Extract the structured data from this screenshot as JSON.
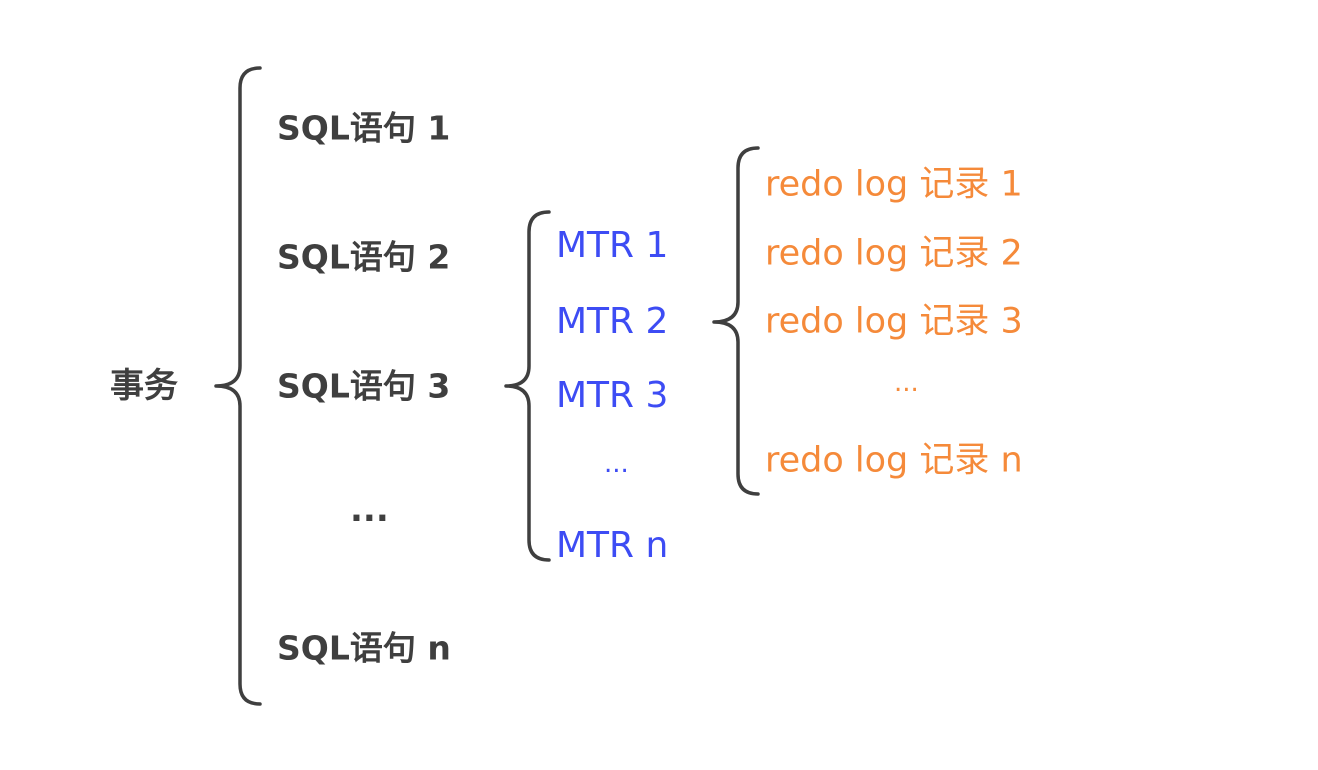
{
  "root": {
    "label": "事务"
  },
  "sql_statements": [
    {
      "label": "SQL语句 1"
    },
    {
      "label": "SQL语句 2"
    },
    {
      "label": "SQL语句 3"
    },
    {
      "label": "..."
    },
    {
      "label": "SQL语句 n"
    }
  ],
  "mtrs": [
    {
      "label": "MTR 1"
    },
    {
      "label": "MTR 2"
    },
    {
      "label": "MTR 3"
    },
    {
      "label": "..."
    },
    {
      "label": "MTR n"
    }
  ],
  "redo_logs": [
    {
      "label": "redo log 记录 1"
    },
    {
      "label": "redo log 记录 2"
    },
    {
      "label": "redo log 记录 3"
    },
    {
      "label": "..."
    },
    {
      "label": "redo log 记录 n"
    }
  ],
  "colors": {
    "text_dark": "#3f3f3f",
    "brace": "#3f3f3f",
    "mtr": "#3d4cf4",
    "redo": "#f58a3a"
  }
}
